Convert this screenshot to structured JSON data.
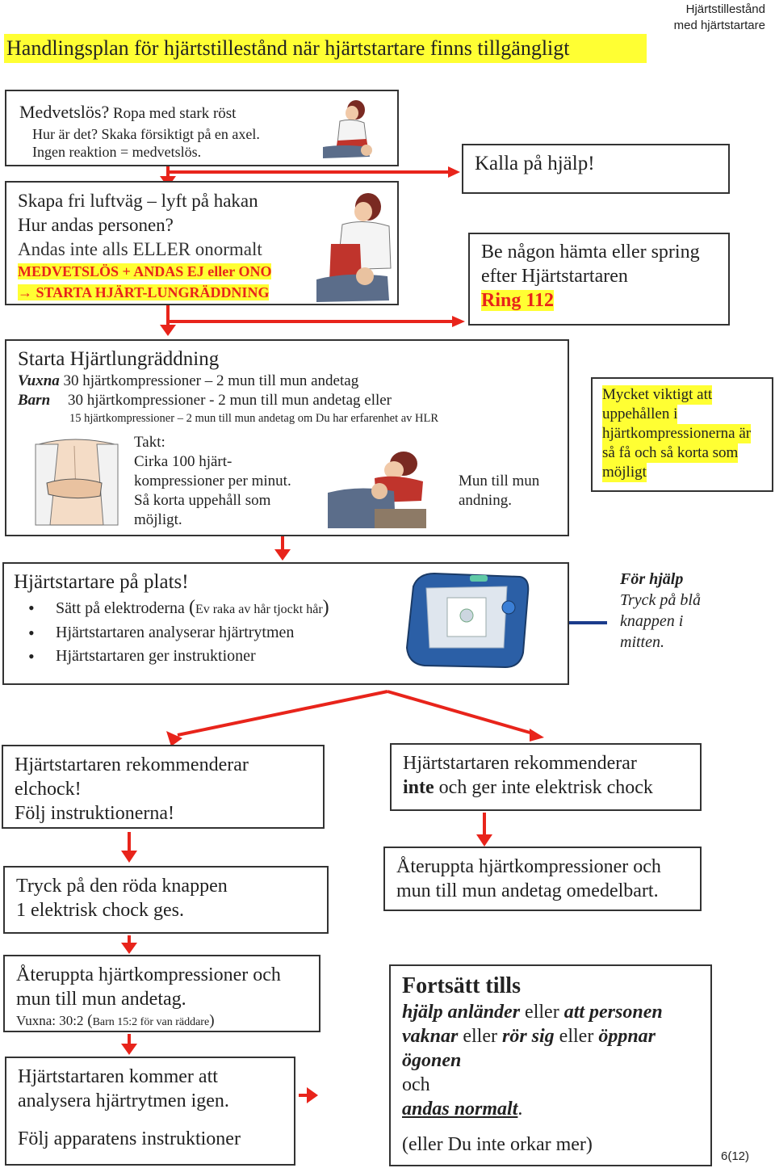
{
  "header": {
    "title": "Handlingsplan för hjärtstillestånd när hjärtstartare finns tillgängligt",
    "corner_line1": "Hjärtstillestånd",
    "corner_line2": "med hjärtstartare"
  },
  "step1": {
    "l1a": "Medvetslös?",
    "l1b": " Ropa med stark röst",
    "l2": "Hur är det? Skaka försiktigt på en axel.",
    "l3": "Ingen reaktion = medvetslös."
  },
  "step2": {
    "l1": "Skapa fri luftväg – lyft på hakan",
    "l2": "Hur andas personen?",
    "l3": "Andas inte alls ELLER onormalt",
    "l4": "MEDVETSLÖS + ANDAS EJ eller ONO",
    "l5": "→ STARTA HJÄRT-LUNGRÄDDNING"
  },
  "call_help": {
    "text": "Kalla på hjälp!"
  },
  "fetch": {
    "l1": "Be någon hämta eller spring",
    "l2": "efter Hjärtstartaren",
    "l3": "Ring 112"
  },
  "cpr": {
    "title": "Starta Hjärtlungräddning",
    "adult_label": "Vuxna",
    "adult_text": " 30 hjärtkompressioner – 2 mun till mun andetag",
    "child_label": "Barn",
    "child_text": "30 hjärtkompressioner - 2 mun till mun andetag eller",
    "child_alt": "15 hjärtkompressioner – 2 mun till mun andetag om Du har erfarenhet av HLR",
    "rate1": "Takt:",
    "rate2": "Cirka 100 hjärt-",
    "rate3": "kompressioner per minut.",
    "rate4": "Så korta uppehåll som",
    "rate5": "möjligt.",
    "mouth1": "Mun till mun",
    "mouth2": "andning."
  },
  "important": {
    "l1": "Mycket viktigt att",
    "l2": "uppehållen i",
    "l3": "hjärtkompressionerna är",
    "l4": "så få och så korta som",
    "l5": "möjligt"
  },
  "aed": {
    "title": "Hjärtstartare på plats!",
    "b1_main": "Sätt på elektroderna ",
    "b1_paren_open": "(",
    "b1_small": "Ev raka av hår tjockt hår",
    "b1_paren_close": ")",
    "b2": "Hjärtstartaren analyserar hjärtrytmen",
    "b3": "Hjärtstartaren ger instruktioner"
  },
  "help_note": {
    "l1": "För hjälp",
    "l2": "Tryck på blå",
    "l3": "knappen i",
    "l4": "mitten."
  },
  "shock": {
    "l1": "Hjärtstartaren rekommenderar",
    "l2": "elchock!",
    "l3": "Följ instruktionerna!"
  },
  "noshock": {
    "l1": "Hjärtstartaren rekommenderar",
    "l2_bold": "inte",
    "l2_rest": " och ger inte elektrisk chock"
  },
  "press": {
    "l1": "Tryck på den röda knappen",
    "l2": "1 elektrisk chock ges."
  },
  "resume_now": {
    "l1": "Återuppta hjärtkompressioner och",
    "l2": "mun till mun andetag omedelbart."
  },
  "resume": {
    "l1": "Återuppta hjärtkompressioner och",
    "l2": "mun till mun andetag.",
    "l3a": "Vuxna: 30:2",
    "l3b": "  (",
    "l3c": "Barn 15:2 för van räddare",
    "l3d": ")"
  },
  "analyze": {
    "l1": "Hjärtstartaren kommer att",
    "l2": "analysera hjärtrytmen igen.",
    "l3": "Följ apparatens instruktioner"
  },
  "continue": {
    "title": "Fortsätt tills",
    "a1": "hjälp anländer",
    "a2": " eller ",
    "a3": "att personen",
    "b1": "vaknar",
    "b2": " eller ",
    "b3": "rör sig",
    "b4": " eller ",
    "b5": "öppnar",
    "c1": "ögonen",
    "d1": "och",
    "e1": "andas normalt",
    "e2": ".",
    "f1": "(eller Du inte orkar mer)"
  },
  "page_number": "6(12)",
  "colors": {
    "arrow_red": "#e8241b",
    "highlight": "#ffff33",
    "arrow_blue": "#1b3c8c"
  },
  "illustrations": [
    "rescuer-shaking-person",
    "rescuer-checking-airway",
    "chest-hand-placement",
    "mouth-to-mouth",
    "defibrillator-device"
  ]
}
